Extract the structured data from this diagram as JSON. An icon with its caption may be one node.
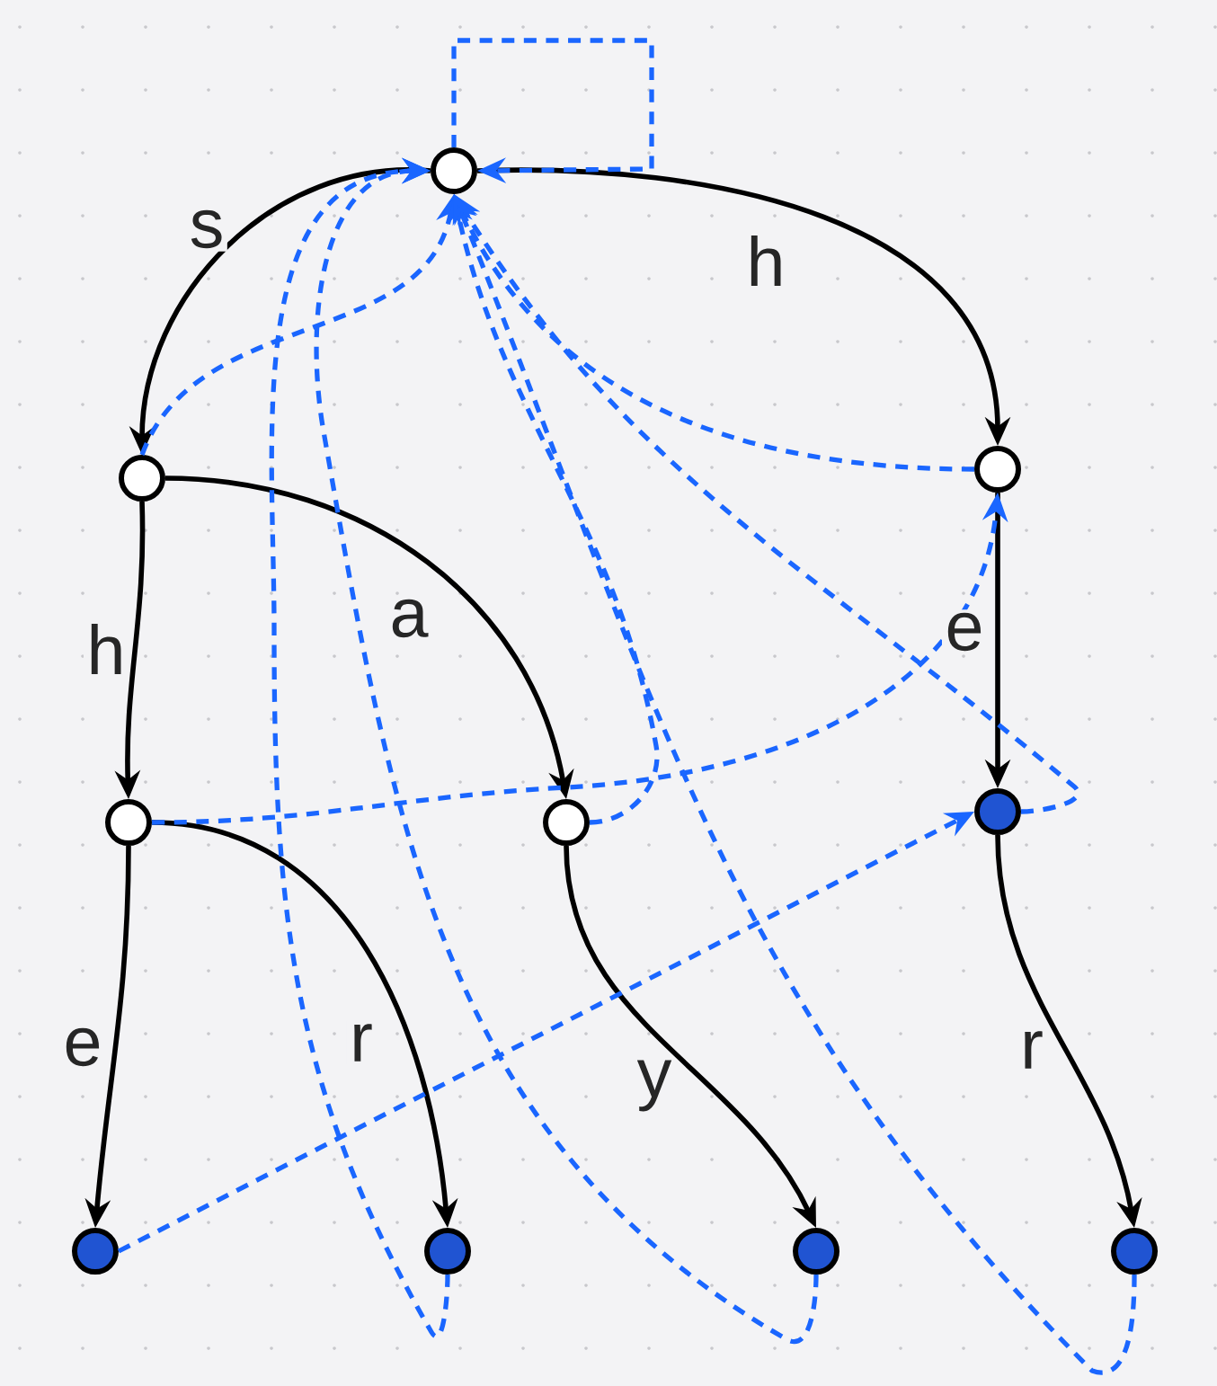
{
  "diagram": {
    "nodes": [
      {
        "text": [],
        "shape": "circle"
      },
      {
        "text": [],
        "shape": "circle"
      },
      {
        "text": [],
        "shape": "circle"
      },
      {
        "text": [],
        "shape": "circle"
      },
      {
        "text": [],
        "shape": "circle"
      },
      {
        "text": [],
        "shape": "circle"
      },
      {
        "text": [],
        "shape": "circle"
      },
      {
        "text": [],
        "shape": "circle"
      },
      {
        "text": [],
        "shape": "circle"
      },
      {
        "text": [],
        "shape": "circle"
      }
    ],
    "edges": [
      {
        "from": 0,
        "to": 1,
        "arrow": "to",
        "label": "s",
        "color": "#000000"
      },
      {
        "from": 0,
        "to": 2,
        "arrow": "to",
        "label": "h",
        "color": "#000000"
      },
      {
        "from": 1,
        "to": 3,
        "arrow": "to",
        "label": "h",
        "color": "#000000"
      },
      {
        "from": 1,
        "to": 4,
        "arrow": "to",
        "label": "a",
        "color": "#000000"
      },
      {
        "from": 2,
        "to": 5,
        "arrow": "to",
        "label": "e",
        "color": "#000000"
      },
      {
        "from": 3,
        "to": 6,
        "arrow": "to",
        "label": "e",
        "color": "#000000"
      },
      {
        "from": 3,
        "to": 7,
        "arrow": "to",
        "label": "r",
        "color": "#000000"
      },
      {
        "from": 4,
        "to": 8,
        "arrow": "to",
        "label": "y",
        "color": "#000000"
      },
      {
        "from": 5,
        "to": 9,
        "arrow": "to",
        "label": "r",
        "color": "#000000"
      },
      {
        "from": 0,
        "to": 0,
        "arrow": "to",
        "style": "dashed",
        "color": "#1a66ff"
      },
      {
        "from": 1,
        "to": 0,
        "arrow": "to",
        "style": "dashed",
        "color": "#1a66ff"
      },
      {
        "from": 2,
        "to": 0,
        "arrow": "to",
        "style": "dashed",
        "color": "#1a66ff"
      },
      {
        "from": 3,
        "to": 2,
        "arrow": "to",
        "style": "dashed",
        "color": "#1a66ff"
      },
      {
        "from": 4,
        "to": 0,
        "arrow": "to",
        "style": "dashed",
        "color": "#1a66ff"
      },
      {
        "from": 5,
        "to": 0,
        "arrow": "to",
        "style": "dashed",
        "color": "#1a66ff"
      },
      {
        "from": 6,
        "to": 5,
        "arrow": "to",
        "style": "dashed",
        "color": "#1a66ff"
      },
      {
        "from": 7,
        "to": 0,
        "arrow": "to",
        "style": "dashed",
        "color": "#1a66ff"
      },
      {
        "from": 8,
        "to": 0,
        "arrow": "to",
        "style": "dashed",
        "color": "#1a66ff"
      },
      {
        "from": 9,
        "to": 0,
        "arrow": "to",
        "style": "dashed",
        "color": "#1a66ff"
      }
    ]
  }
}
